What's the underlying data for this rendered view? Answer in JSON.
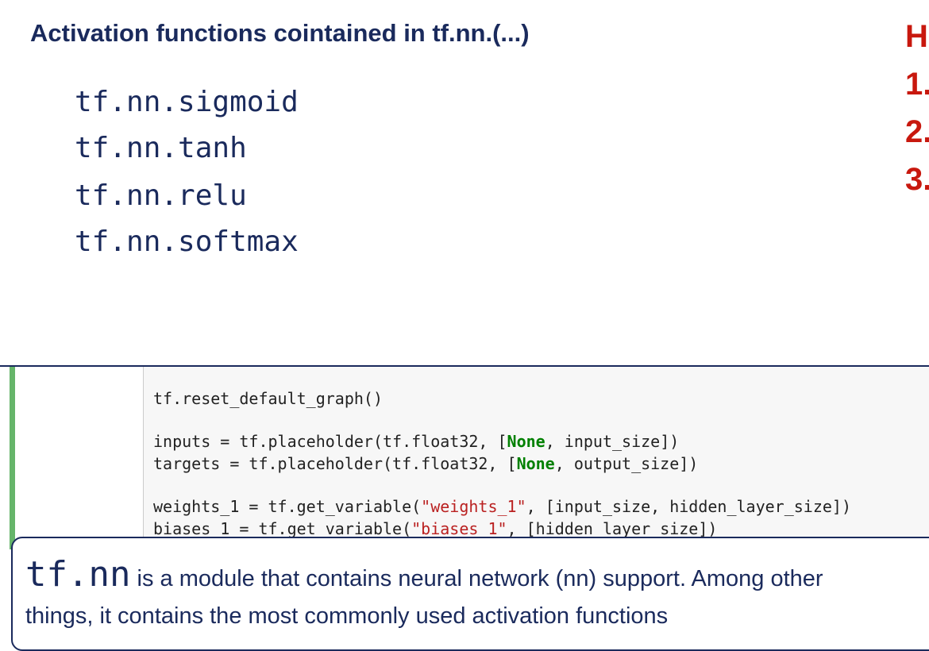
{
  "slide": {
    "title": "Activation functions cointained in tf.nn.(...)",
    "functions": [
      "tf.nn.sigmoid",
      "tf.nn.tanh",
      "tf.nn.relu",
      "tf.nn.softmax"
    ],
    "side_items": [
      "H",
      "1.",
      "2.",
      "3."
    ]
  },
  "code": {
    "line1": "tf.reset_default_graph()",
    "l2a": "inputs = tf.placeholder(tf.float32, [",
    "l2kw": "None",
    "l2b": ", input_size])",
    "l3a": "targets = tf.placeholder(tf.float32, [",
    "l3kw": "None",
    "l3b": ", output_size])",
    "l4a": "weights_1 = tf.get_variable(",
    "l4s": "\"weights_1\"",
    "l4b": ", [input_size, hidden_layer_size])",
    "l5a": "biases_1 = tf.get_variable(",
    "l5s": "\"biases_1\"",
    "l5b": ", [hidden_layer_size])"
  },
  "tooltip": {
    "term": "tf.nn",
    "line1": " is a module that contains neural network (nn) support. Among other",
    "line2": "things, it contains the most commonly used activation functions"
  }
}
